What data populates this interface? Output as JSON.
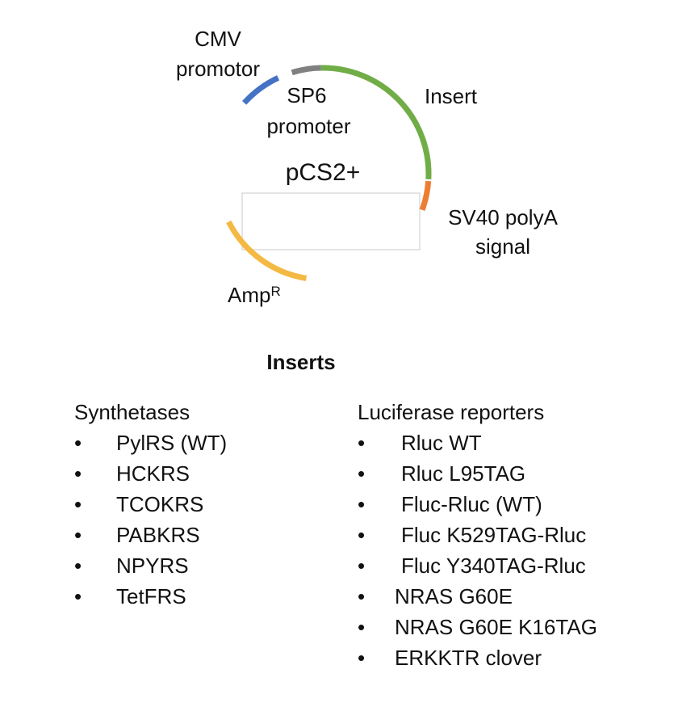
{
  "plasmid": {
    "name": "pCS2+",
    "labels": {
      "cmv": [
        "CMV",
        "promotor"
      ],
      "sp6": [
        "SP6",
        "promoter"
      ],
      "insert": "Insert",
      "sv40": [
        "SV40 polyA",
        "signal"
      ],
      "amp": "Amp",
      "amp_sup": "R"
    },
    "colors": {
      "backbone": "#000000",
      "cmv": "#4472c4",
      "sp6": "#808080",
      "insert": "#70ad47",
      "sv40": "#ed7d31",
      "amp": "#f4b942"
    }
  },
  "inserts": {
    "title": "Inserts",
    "synthetases": {
      "heading": "Synthetases",
      "items": [
        "PylRS (WT)",
        "HCKRS",
        "TCOKRS",
        "PABKRS",
        "NPYRS",
        "TetFRS"
      ]
    },
    "luciferase": {
      "heading": "Luciferase reporters",
      "items": [
        "Rluc WT",
        "Rluc L95TAG",
        "Fluc-Rluc (WT)",
        "Fluc K529TAG-Rluc",
        "Fluc Y340TAG-Rluc",
        "NRAS G60E",
        "NRAS G60E K16TAG",
        "ERKKTR clover"
      ]
    }
  }
}
